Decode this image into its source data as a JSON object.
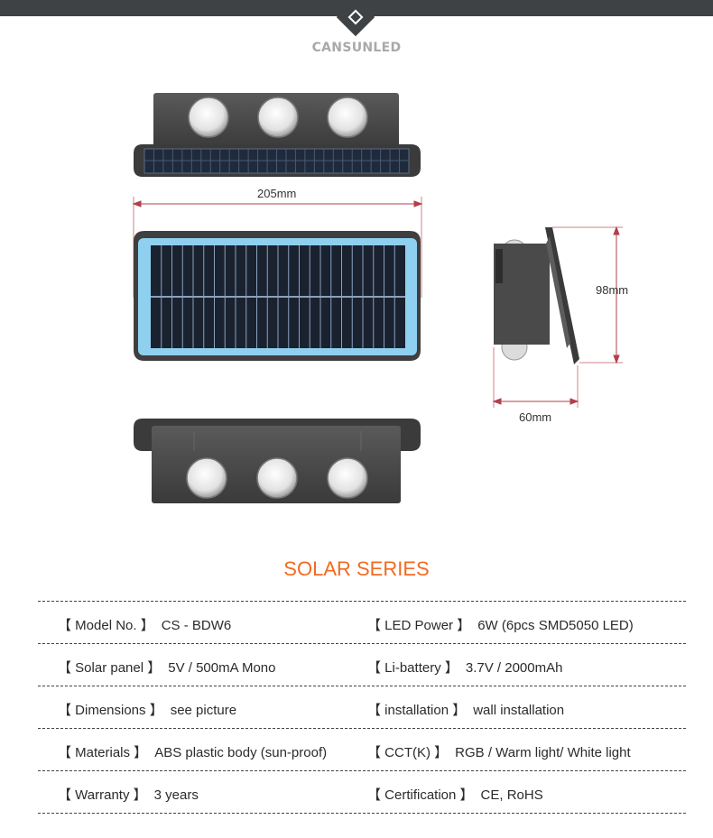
{
  "header": {
    "brand": "CANSUNLED"
  },
  "diagram": {
    "width_label": "205mm",
    "height_label": "98mm",
    "depth_label": "60mm"
  },
  "section": {
    "title": "SOLAR SERIES"
  },
  "specs": [
    {
      "left_key": "【 Model No. 】",
      "left_val": "CS - BDW6",
      "right_key": "【 LED Power 】",
      "right_val": "6W  (6pcs SMD5050 LED)"
    },
    {
      "left_key": "【 Solar panel 】",
      "left_val": "5V / 500mA Mono",
      "right_key": "【    Li-battery  】",
      "right_val": "3.7V / 2000mAh"
    },
    {
      "left_key": "【 Dimensions 】",
      "left_val": "see picture",
      "right_key": "【 installation 】",
      "right_val": "wall installation"
    },
    {
      "left_key": "【 Materials 】",
      "left_val": "ABS plastic body (sun-proof)",
      "right_key": "【      CCT(K)     】",
      "right_val": "RGB / Warm light/ White light"
    },
    {
      "left_key": "【 Warranty 】",
      "left_val": "3 years",
      "right_key": "【 Certification 】",
      "right_val": "CE,   RoHS"
    }
  ],
  "colors": {
    "accent": "#f26a21",
    "topbar": "#3f4244",
    "brand": "#a9a9a9",
    "body": "#4a4a4a",
    "panel": "#1c2430",
    "frame": "#8fd0f0"
  }
}
